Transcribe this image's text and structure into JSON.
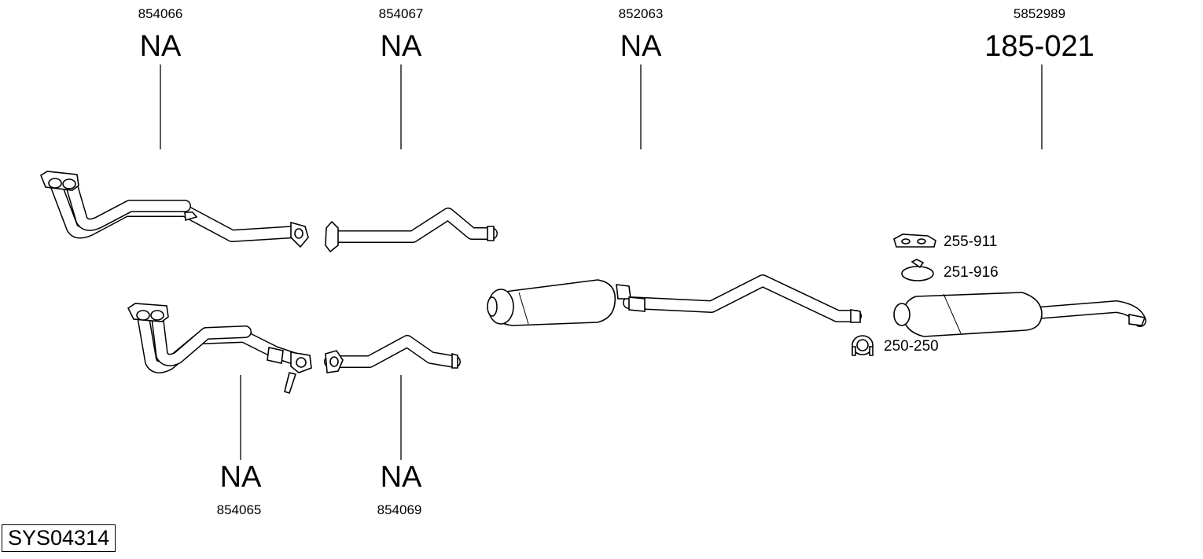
{
  "diagram_id": "SYS04314",
  "parts": [
    {
      "ref": "854066",
      "code": "NA"
    },
    {
      "ref": "854067",
      "code": "NA"
    },
    {
      "ref": "852063",
      "code": "NA"
    },
    {
      "ref": "5852989",
      "code": "185-021"
    },
    {
      "ref": "854065",
      "code": "NA"
    },
    {
      "ref": "854069",
      "code": "NA"
    }
  ],
  "accessories": [
    {
      "code": "255-911",
      "icon": "rubber-hanger-icon"
    },
    {
      "code": "251-916",
      "icon": "pipe-clamp-icon"
    },
    {
      "code": "250-250",
      "icon": "u-bolt-clamp-icon"
    }
  ]
}
